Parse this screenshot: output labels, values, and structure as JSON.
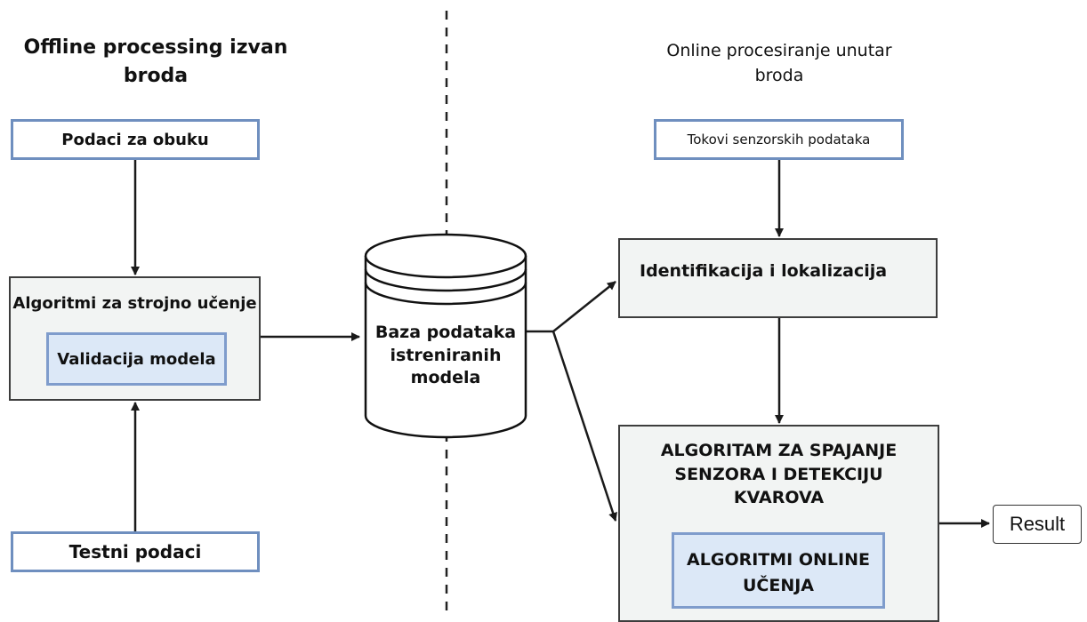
{
  "left_section": {
    "title_line1": "Offline processing izvan",
    "title_line2": "broda",
    "training_data_label": "Podaci za obuku",
    "ml_algorithms_label": "Algoritmi za strojno učenje",
    "model_validation_label": "Validacija modela",
    "test_data_label": "Testni podaci"
  },
  "center_section": {
    "db_line1": "Baza podataka",
    "db_line2": "istreniranih",
    "db_line3": "modela"
  },
  "right_section": {
    "title_line1": "Online procesiranje unutar",
    "title_line2": "broda",
    "sensor_streams_label": "Tokovi senzorskih podataka",
    "identification_label": "Identifikacija i lokalizacija",
    "fusion_line1": "ALGORITAM ZA SPAJANJE",
    "fusion_line2": "SENZORA I DETEKCIJU",
    "fusion_line3": "KVAROVA",
    "online_learning_line1": "ALGORITMI ONLINE",
    "online_learning_line2": "UČENJA",
    "result_label": "Result"
  }
}
